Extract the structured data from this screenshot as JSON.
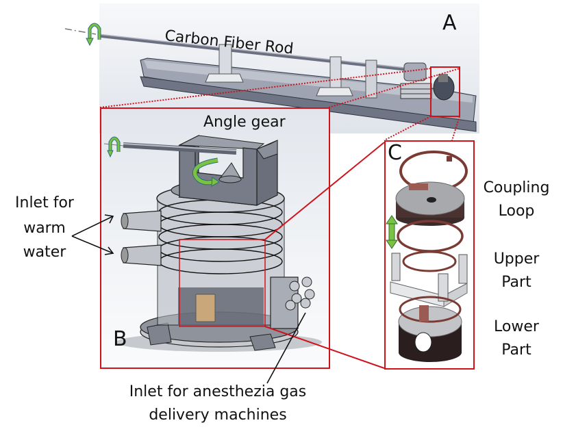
{
  "figure": {
    "panels": {
      "A": {
        "letter": "A",
        "rod_label": "Carbon  Fiber Rod"
      },
      "B": {
        "letter": "B",
        "gear_label": "Angle gear"
      },
      "C": {
        "letter": "C"
      }
    },
    "callouts": {
      "warm_water": {
        "line1": "Inlet for",
        "line2": "warm",
        "line3": "water"
      },
      "gas_inlet": {
        "line1": "Inlet for anesthezia gas",
        "line2": "delivery machines"
      },
      "coupling_loop": {
        "line1": "Coupling",
        "line2": "Loop"
      },
      "upper_part": {
        "line1": "Upper",
        "line2": "Part"
      },
      "lower_part": {
        "line1": "Lower",
        "line2": "Part"
      }
    },
    "colors": {
      "highlight_box": "#d0121b",
      "rotation_arrow": "#7cc242",
      "copper_loop": "#7a3b34",
      "part_gray": "#8e939c"
    }
  }
}
